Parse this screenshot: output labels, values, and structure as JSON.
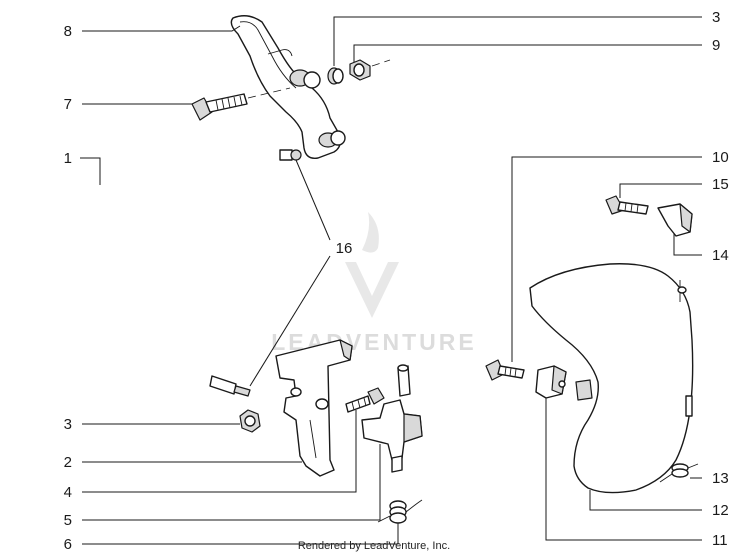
{
  "diagram": {
    "callouts": {
      "c8": "8",
      "c7": "7",
      "c1": "1",
      "c16": "16",
      "c3a": "3",
      "c2": "2",
      "c4": "4",
      "c5": "5",
      "c6": "6",
      "c3b": "3",
      "c9": "9",
      "c10": "10",
      "c15": "15",
      "c14": "14",
      "c13": "13",
      "c12": "12",
      "c11": "11"
    },
    "watermark": "LEADVENTURE",
    "credit": "Rendered by LeadVenture, Inc."
  },
  "colors": {
    "ink": "#1a1a1a",
    "watermark": "#dcdcdc",
    "background": "#ffffff"
  }
}
